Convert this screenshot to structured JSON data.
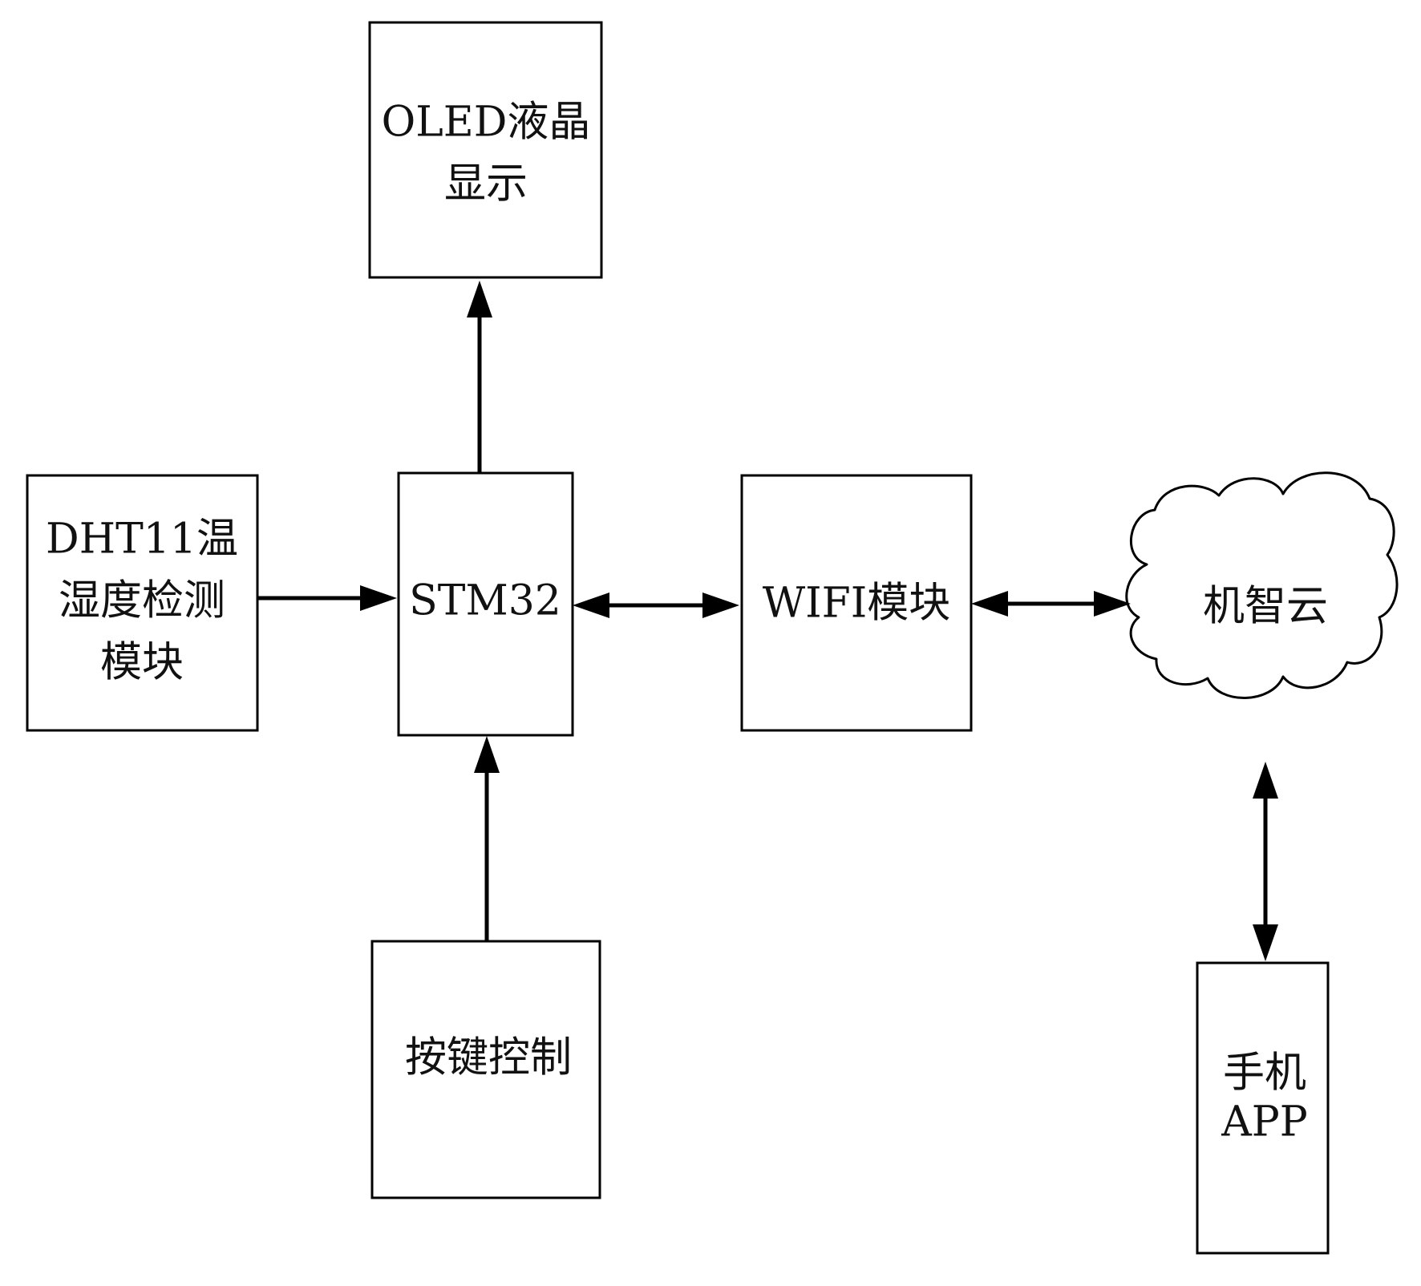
{
  "nodes": {
    "oled": {
      "line1": "OLED液晶",
      "line2": "显示"
    },
    "dht11": {
      "line1": "DHT11温",
      "line2": "湿度检测",
      "line3": "模块"
    },
    "stm32": {
      "label": "STM32"
    },
    "wifi": {
      "label": "WIFI模块"
    },
    "cloud": {
      "label": "机智云"
    },
    "keys": {
      "label": "按键控制"
    },
    "app": {
      "line1": "手机",
      "line2": "APP"
    }
  },
  "colors": {
    "stroke": "#000000",
    "background": "#ffffff"
  }
}
